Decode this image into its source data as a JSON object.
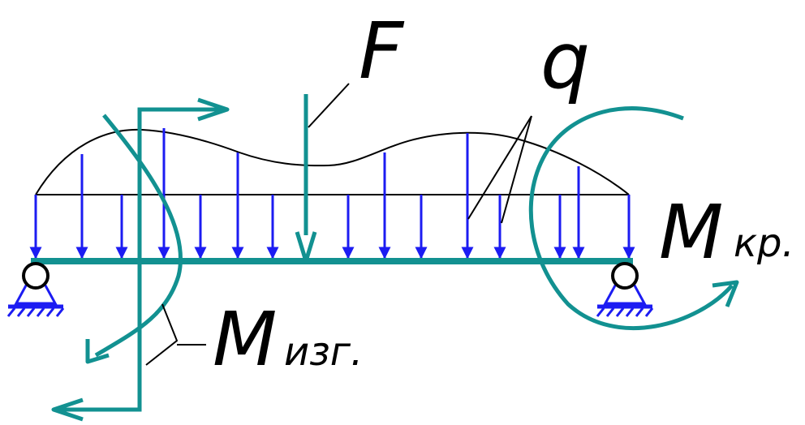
{
  "labels": {
    "force": "F",
    "distributed_load": "q",
    "torque_main": "M",
    "torque_sub": "кр.",
    "bending_main": "M",
    "bending_sub": "изг."
  },
  "colors": {
    "beam": "#129191",
    "load_arrow": "#1c1cf2",
    "outline": "#000000",
    "background": "#ffffff"
  }
}
